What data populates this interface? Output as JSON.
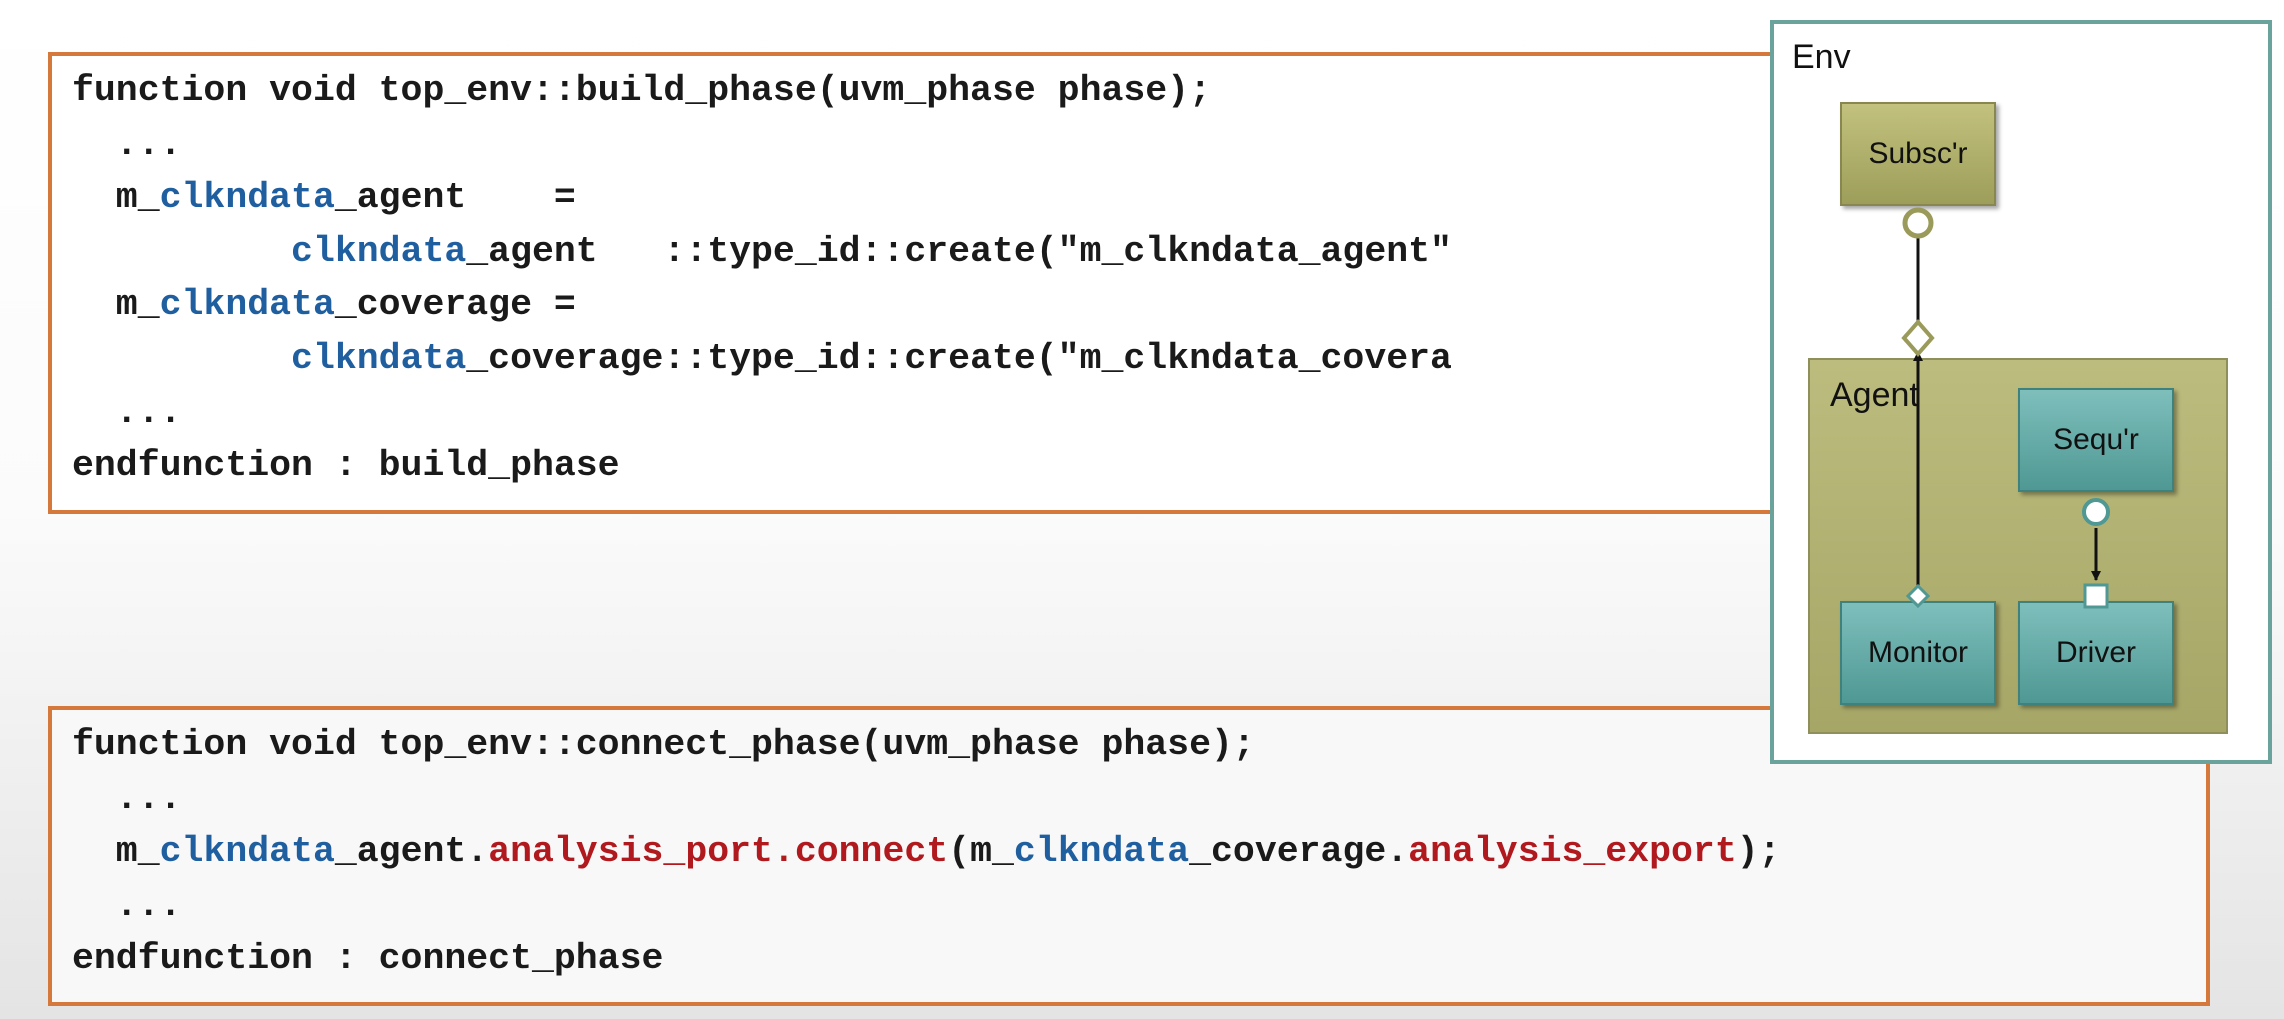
{
  "build_phase": {
    "l1": "function void top_env::build_phase(uvm_phase phase);",
    "l2": "  ...",
    "l3a": "  m_",
    "l3b": "clkndata",
    "l3c": "_agent    =",
    "l4a": "          ",
    "l4b": "clkndata",
    "l4c": "_agent   ::type_id::create(\"m_clkndata_agent\"",
    "l5a": "  m_",
    "l5b": "clkndata",
    "l5c": "_coverage =",
    "l6a": "          ",
    "l6b": "clkndata",
    "l6c": "_coverage::type_id::create(\"m_clkndata_covera",
    "l7": "  ...",
    "l8": "endfunction : build_phase"
  },
  "connect_phase": {
    "l1": "function void top_env::connect_phase(uvm_phase phase);",
    "l2": "  ...",
    "l3a": "  m_",
    "l3b": "clkndata",
    "l3c": "_agent.",
    "l3d": "analysis_port.connect",
    "l3e": "(m_",
    "l3f": "clkndata",
    "l3g": "_coverage.",
    "l3h": "analysis_export",
    "l3i": ");",
    "l4": "  ...",
    "l5": "endfunction : connect_phase"
  },
  "diagram": {
    "env_label": "Env",
    "agent_label": "Agent",
    "subscriber": "Subsc'r",
    "sequencer": "Sequ'r",
    "monitor": "Monitor",
    "driver": "Driver"
  },
  "colors": {
    "code_border": "#d4783c",
    "keyword_blue": "#1f5fa0",
    "keyword_red": "#b0191e",
    "env_border": "#6aa29c",
    "agent_fill": "#b1b172",
    "component_teal": "#5fa8a3",
    "component_olive": "#afaf6c"
  }
}
